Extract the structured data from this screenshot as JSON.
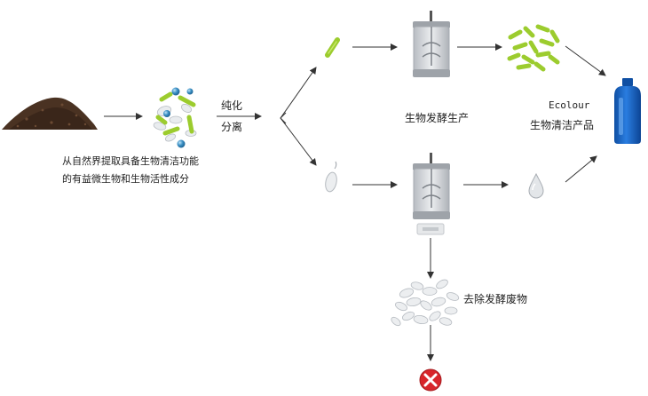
{
  "labels": {
    "source_line1": "从自然界提取具备生物清洁功能",
    "source_line2": "的有益微生物和生物活性成分",
    "purify_line1": "纯化",
    "purify_line2": "分离",
    "fermentation": "生物发酵生产",
    "brand": "Ecolour",
    "product": "生物清洁产品",
    "remove_waste": "去除发酵废物"
  },
  "colors": {
    "soil": "#4a3222",
    "bacteria_green": "#9ccc2e",
    "bacteria_blue": "#3a8fc4",
    "bottle_blue": "#1563c2",
    "reactor_gray": "#c9ccd0",
    "reject_red": "#d8262b",
    "arrow": "#333333"
  }
}
